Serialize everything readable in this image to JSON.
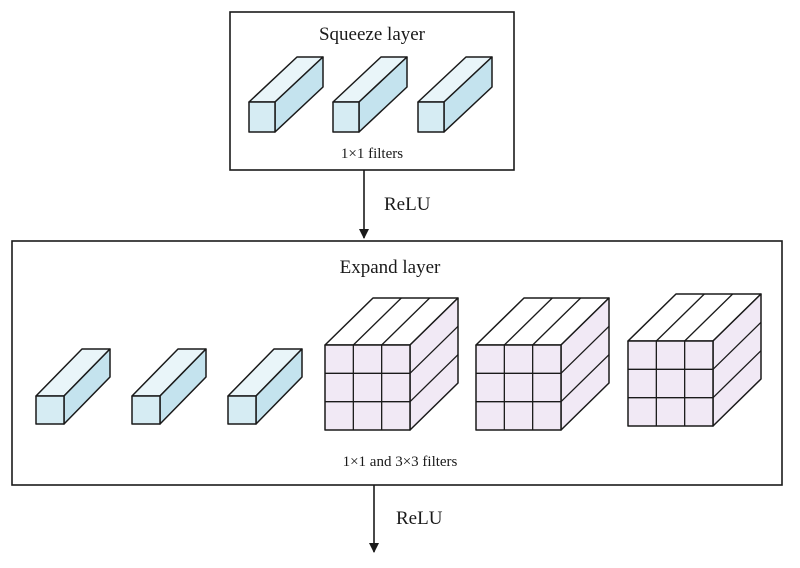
{
  "squeeze_layer": {
    "title": "Squeeze layer",
    "caption": "1×1 filters",
    "filter_count": 3
  },
  "arrow_1_label": "ReLU",
  "expand_layer": {
    "title": "Expand layer",
    "caption": "1×1 and 3×3 filters",
    "small_filter_count": 3,
    "large_filter_count": 3
  },
  "arrow_2_label": "ReLU",
  "colors": {
    "filter_1x1_front": "#d6ecf3",
    "filter_1x1_side": "#c4e3ee",
    "filter_1x1_top": "#e9f5f9",
    "filter_3x3_front": "#f1e9f5",
    "filter_3x3_side": "#f1e9f5",
    "filter_3x3_top": "#ffffff",
    "stroke": "#1a1a1a"
  }
}
